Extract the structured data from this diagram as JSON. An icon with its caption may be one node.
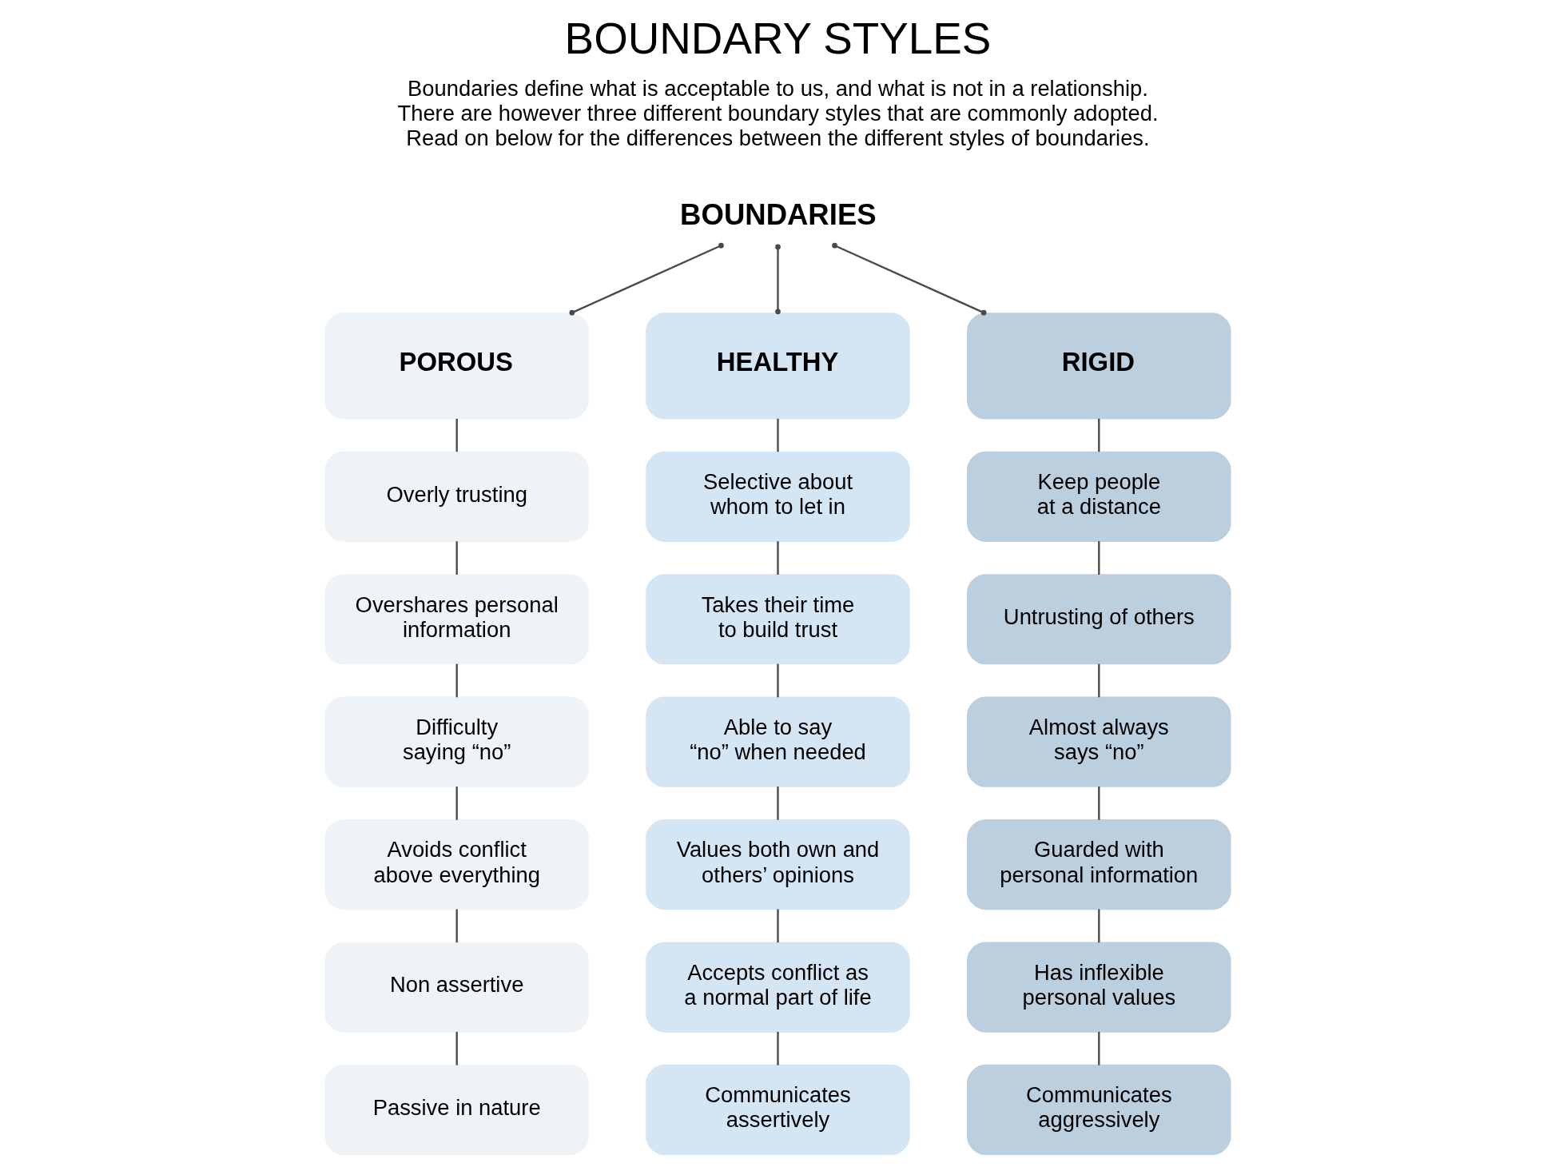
{
  "diagram": {
    "title": "BOUNDARY STYLES",
    "nodes": [
      {
        "text": [
          "BOUNDARIES"
        ]
      },
      {
        "text": [
          "POROUS"
        ]
      },
      {
        "text": [
          "HEALTHY"
        ]
      },
      {
        "text": [
          "RIGID"
        ]
      },
      {
        "text": [
          "Overly trusting"
        ]
      },
      {
        "text": [
          "Selective about whom to let in"
        ]
      },
      {
        "text": [
          "Keep people at a distance"
        ]
      },
      {
        "text": [
          "Overshares personal information"
        ]
      },
      {
        "text": [
          "Takes their time to build trust"
        ]
      },
      {
        "text": [
          "Untrusting of others"
        ]
      },
      {
        "text": [
          "Difficulty saying “no”"
        ]
      },
      {
        "text": [
          "Able to say “no” when needed"
        ]
      },
      {
        "text": [
          "Almost always says “no”"
        ]
      },
      {
        "text": [
          "Avoids conflict above everything"
        ]
      },
      {
        "text": [
          "Values both own and others’ opinions"
        ]
      },
      {
        "text": [
          "Guarded with personal information"
        ]
      },
      {
        "text": [
          "Non assertive"
        ]
      },
      {
        "text": [
          "Accepts conflict as a normal part of life"
        ]
      },
      {
        "text": [
          "Has inflexible personal values"
        ]
      },
      {
        "text": [
          "Passive in nature"
        ]
      },
      {
        "text": [
          "Communicates assertively"
        ]
      },
      {
        "text": [
          "Communicates aggressively"
        ]
      }
    ],
    "edges": [
      {
        "from": 0,
        "to": 1,
        "arrow": "other"
      },
      {
        "from": 0,
        "to": 2,
        "arrow": "other"
      },
      {
        "from": 0,
        "to": 3,
        "arrow": "other"
      },
      {
        "from": 1,
        "to": 4,
        "arrow": "none"
      },
      {
        "from": 2,
        "to": 5,
        "arrow": "none"
      },
      {
        "from": 3,
        "to": 6,
        "arrow": "none"
      },
      {
        "from": 4,
        "to": 7,
        "arrow": "none"
      },
      {
        "from": 5,
        "to": 8,
        "arrow": "none"
      },
      {
        "from": 6,
        "to": 9,
        "arrow": "none"
      },
      {
        "from": 7,
        "to": 10,
        "arrow": "none"
      },
      {
        "from": 8,
        "to": 11,
        "arrow": "none"
      },
      {
        "from": 9,
        "to": 12,
        "arrow": "none"
      },
      {
        "from": 10,
        "to": 13,
        "arrow": "none"
      },
      {
        "from": 11,
        "to": 14,
        "arrow": "none"
      },
      {
        "from": 12,
        "to": 15,
        "arrow": "none"
      },
      {
        "from": 13,
        "to": 16,
        "arrow": "none"
      },
      {
        "from": 14,
        "to": 17,
        "arrow": "none"
      },
      {
        "from": 15,
        "to": 18,
        "arrow": "none"
      },
      {
        "from": 16,
        "to": 19,
        "arrow": "none"
      },
      {
        "from": 17,
        "to": 20,
        "arrow": "none"
      },
      {
        "from": 18,
        "to": 21,
        "arrow": "none"
      }
    ],
    "labels": [
      "Boundaries define what is acceptable to us, and what is not in a relationship. There are however three different boundary styles that are commonly adopted. Read on below for the differences between the different styles of boundaries."
    ]
  }
}
